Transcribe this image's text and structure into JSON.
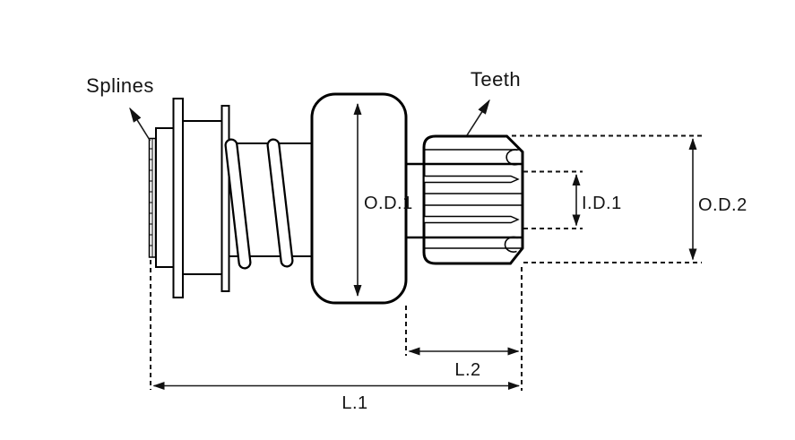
{
  "diagram": {
    "background_color": "#ffffff",
    "line_color": "#000000",
    "subject": "starter-drive-side-view",
    "callouts": {
      "splines": "Splines",
      "teeth": "Teeth"
    },
    "dimensions": {
      "od1": "O.D.1",
      "od2": "O.D.2",
      "id1": "I.D.1",
      "l1": "L.1",
      "l2": "L.2"
    }
  }
}
